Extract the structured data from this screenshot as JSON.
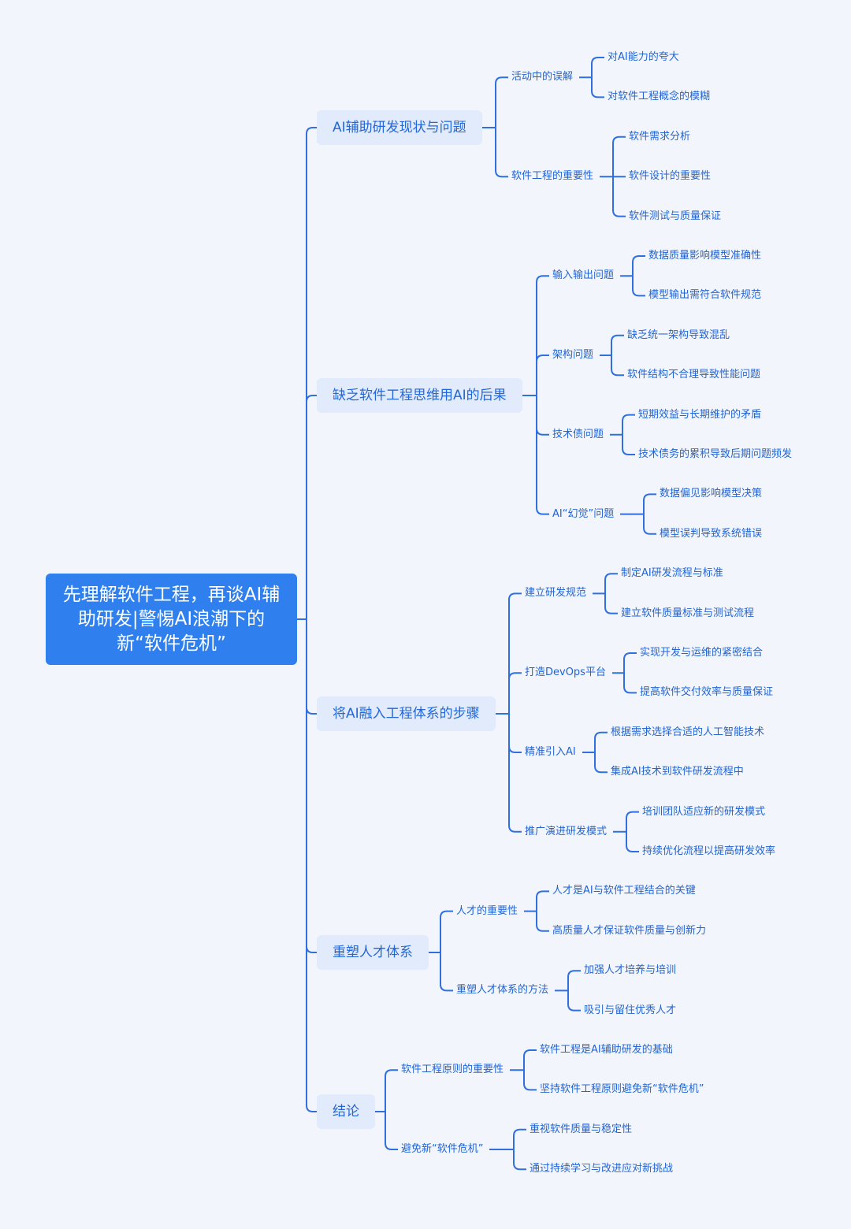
{
  "root": {
    "title": "先理解软件工程，再谈AI辅助研发|警惕AI浪潮下的新“软件危机”"
  },
  "branches": [
    {
      "label": "AI辅助研发现状与问题",
      "children": [
        {
          "label": "活动中的误解",
          "children": [
            "对AI能力的夸大",
            "对软件工程概念的模糊"
          ]
        },
        {
          "label": "软件工程的重要性",
          "children": [
            "软件需求分析",
            "软件设计的重要性",
            "软件测试与质量保证"
          ]
        }
      ]
    },
    {
      "label": "缺乏软件工程思维用AI的后果",
      "children": [
        {
          "label": "输入输出问题",
          "children": [
            "数据质量影响模型准确性",
            "模型输出需符合软件规范"
          ]
        },
        {
          "label": "架构问题",
          "children": [
            "缺乏统一架构导致混乱",
            "软件结构不合理导致性能问题"
          ]
        },
        {
          "label": "技术债问题",
          "children": [
            "短期效益与长期维护的矛盾",
            "技术债务的累积导致后期问题频发"
          ]
        },
        {
          "label": "AI“幻觉”问题",
          "children": [
            "数据偏见影响模型决策",
            "模型误判导致系统错误"
          ]
        }
      ]
    },
    {
      "label": "将AI融入工程体系的步骤",
      "children": [
        {
          "label": "建立研发规范",
          "children": [
            "制定AI研发流程与标准",
            "建立软件质量标准与测试流程"
          ]
        },
        {
          "label": "打造DevOps平台",
          "children": [
            "实现开发与运维的紧密结合",
            "提高软件交付效率与质量保证"
          ]
        },
        {
          "label": "精准引入AI",
          "children": [
            "根据需求选择合适的人工智能技术",
            "集成AI技术到软件研发流程中"
          ]
        },
        {
          "label": "推广演进研发模式",
          "children": [
            "培训团队适应新的研发模式",
            "持续优化流程以提高研发效率"
          ]
        }
      ]
    },
    {
      "label": "重塑人才体系",
      "children": [
        {
          "label": "人才的重要性",
          "children": [
            "人才是AI与软件工程结合的关键",
            "高质量人才保证软件质量与创新力"
          ]
        },
        {
          "label": "重塑人才体系的方法",
          "children": [
            "加强人才培养与培训",
            "吸引与留住优秀人才"
          ]
        }
      ]
    },
    {
      "label": "结论",
      "children": [
        {
          "label": "软件工程原则的重要性",
          "children": [
            "软件工程是AI辅助研发的基础",
            "坚持软件工程原则避免新“软件危机”"
          ]
        },
        {
          "label": "避免新“软件危机”",
          "children": [
            "重视软件质量与稳定性",
            "通过持续学习与改进应对新挑战"
          ]
        }
      ]
    }
  ]
}
